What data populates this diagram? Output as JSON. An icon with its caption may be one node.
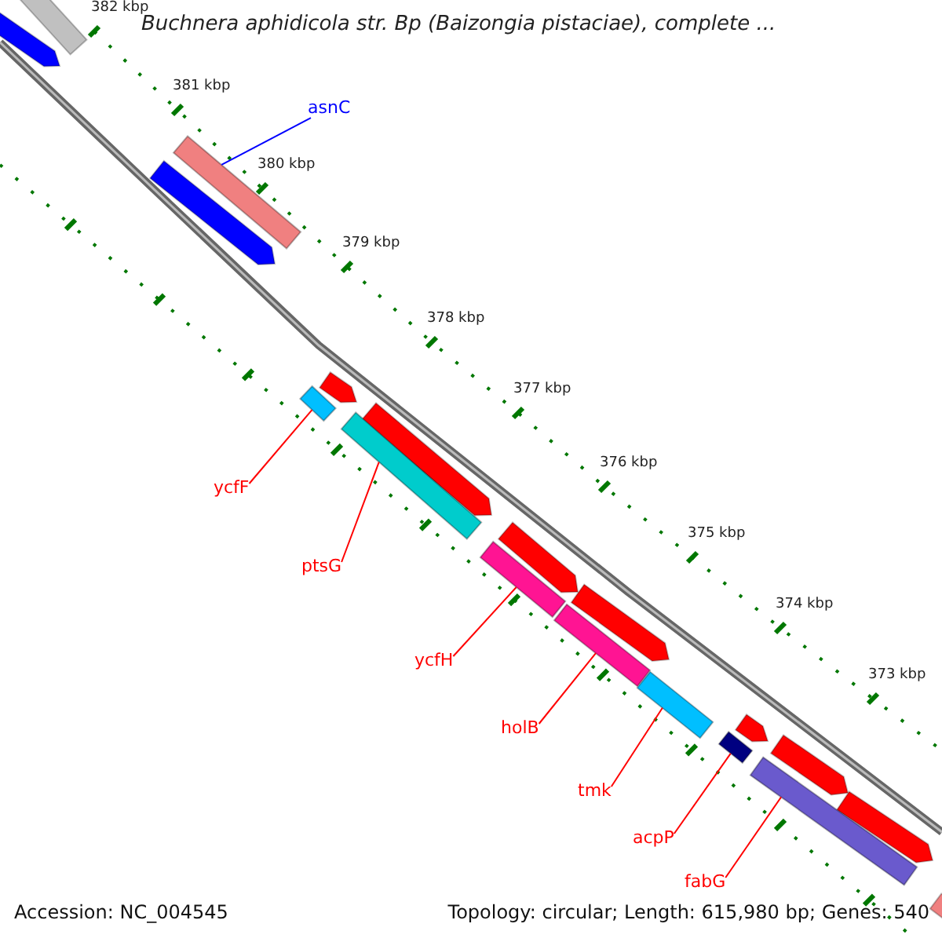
{
  "diagram": {
    "title": "Buchnera aphidicola str. Bp (Baizongia pistaciae), complete ...",
    "nodes": [
      {
        "text": [
          "asnC"
        ]
      },
      {
        "text": [],
        "shape": "bar"
      },
      {
        "text": [
          "ycfF"
        ]
      },
      {
        "text": [],
        "shape": "bar"
      },
      {
        "text": [
          "ptsG"
        ]
      },
      {
        "text": [],
        "shape": "bar"
      },
      {
        "text": [
          "ycfH"
        ]
      },
      {
        "text": [],
        "shape": "bar"
      },
      {
        "text": [
          "holB"
        ]
      },
      {
        "text": [],
        "shape": "bar"
      },
      {
        "text": [
          "tmk"
        ]
      },
      {
        "text": [],
        "shape": "bar"
      },
      {
        "text": [
          "acpP"
        ]
      },
      {
        "text": [],
        "shape": "bar"
      },
      {
        "text": [
          "fabG"
        ]
      },
      {
        "text": [],
        "shape": "bar"
      }
    ],
    "edges": [
      {
        "from": 0,
        "to": 1,
        "arrow": "none",
        "color": "#0000ff"
      },
      {
        "from": 2,
        "to": 3,
        "arrow": "none"
      },
      {
        "from": 4,
        "to": 5,
        "arrow": "none"
      },
      {
        "from": 6,
        "to": 7,
        "arrow": "none"
      },
      {
        "from": 8,
        "to": 9,
        "arrow": "none"
      },
      {
        "from": 10,
        "to": 11,
        "arrow": "none"
      },
      {
        "from": 12,
        "to": 13,
        "arrow": "none"
      },
      {
        "from": 14,
        "to": 15,
        "arrow": "none"
      }
    ],
    "labels": [
      "382 kbp",
      "381 kbp",
      "380 kbp",
      "379 kbp",
      "378 kbp",
      "377 kbp",
      "376 kbp",
      "375 kbp",
      "374 kbp",
      "373 kbp",
      "Accession: NC_004545",
      "Topology: circular; Length: 615,980 bp; Genes: 540"
    ]
  }
}
